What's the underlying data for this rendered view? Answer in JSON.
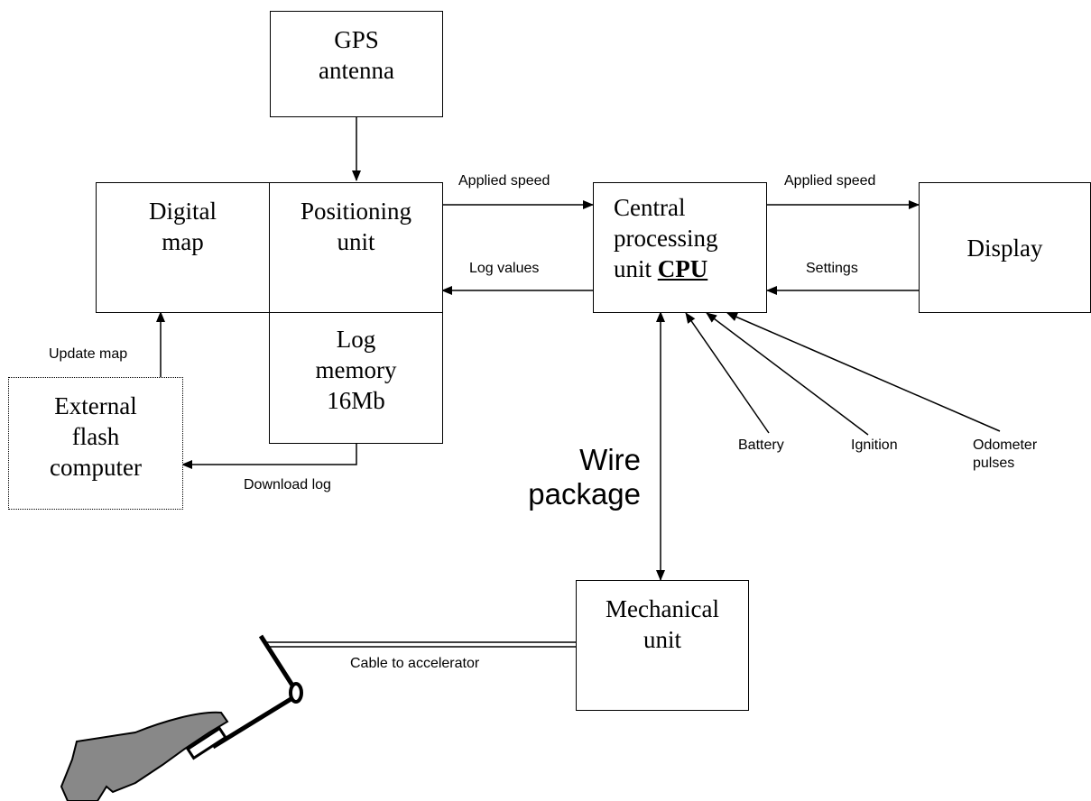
{
  "boxes": {
    "gps": [
      "GPS",
      "antenna"
    ],
    "digital_map": [
      "Digital",
      "map"
    ],
    "positioning": [
      "Positioning",
      "unit"
    ],
    "cpu": [
      "Central",
      "processing",
      "unit"
    ],
    "cpu_abbr": "CPU",
    "display": [
      "Display"
    ],
    "log_memory": [
      "Log",
      "memory",
      "16Mb"
    ],
    "external_flash": [
      "External",
      "flash",
      "computer"
    ],
    "mechanical": [
      "Mechanical",
      "unit"
    ]
  },
  "edges": {
    "applied_speed_in": "Applied speed",
    "applied_speed_out": "Applied speed",
    "log_values": "Log values",
    "settings": "Settings",
    "update_map": "Update map",
    "download_log": "Download log",
    "cable": "Cable to accelerator"
  },
  "inputs": {
    "battery": "Battery",
    "ignition": "Ignition",
    "odometer": [
      "Odometer",
      "pulses"
    ]
  },
  "wire_package": [
    "Wire",
    "package"
  ]
}
